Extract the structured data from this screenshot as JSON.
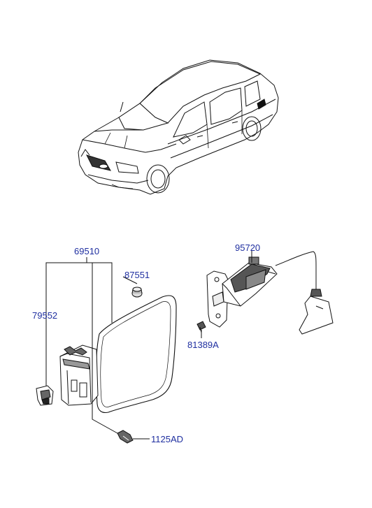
{
  "diagram": {
    "label_color": "#1f2fa0",
    "line_color": "#111111",
    "parts": [
      {
        "id": "p69510",
        "number": "69510"
      },
      {
        "id": "p87551",
        "number": "87551"
      },
      {
        "id": "p79552",
        "number": "79552"
      },
      {
        "id": "p95720",
        "number": "95720"
      },
      {
        "id": "p81389a",
        "number": "81389A"
      },
      {
        "id": "p1125ad",
        "number": "1125AD"
      }
    ]
  }
}
